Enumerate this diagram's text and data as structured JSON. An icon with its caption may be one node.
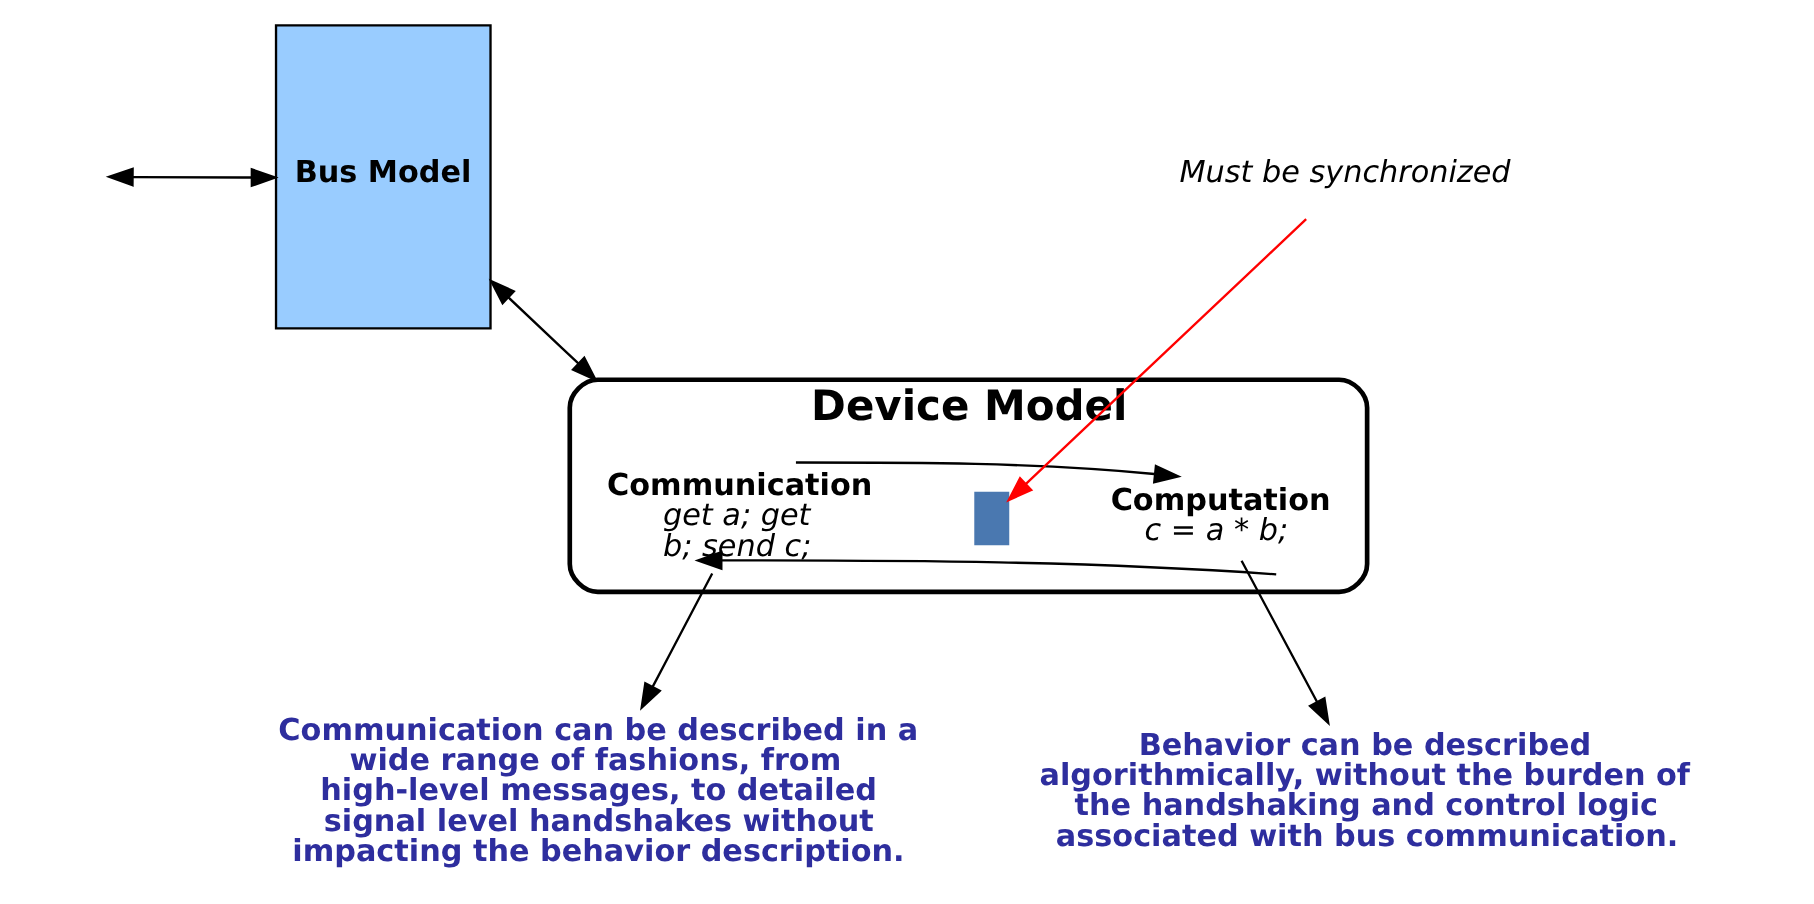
{
  "diagram": {
    "nodes": [
      {
        "text": [
          "Bus Model"
        ]
      },
      {
        "text": [
          "Device Model"
        ]
      },
      {
        "text": [
          "Communication",
          "get a; get b; send c;"
        ],
        "in": 1
      },
      {
        "text": [],
        "shape": "bar",
        "in": 1
      },
      {
        "text": [
          "Computation",
          "c = a * b;"
        ],
        "in": 1
      },
      {
        "text": [
          "Must be synchronized"
        ]
      },
      {
        "text": [
          "Communication can be described in a wide range of fashions, from high-level messages, to detailed signal level handshakes without impacting the behavior description."
        ]
      },
      {
        "text": [
          "Behavior can be described algorithmically, without the burden of the handshaking and control logic associated with bus communication."
        ]
      }
    ],
    "edges": [
      {
        "from": null,
        "to": 0,
        "arrow": "both"
      },
      {
        "from": 0,
        "to": 1,
        "arrow": "both"
      },
      {
        "from": 2,
        "to": 4,
        "arrow": "to"
      },
      {
        "from": 4,
        "to": 2,
        "arrow": "to"
      },
      {
        "from": 5,
        "to": 3,
        "arrow": "to",
        "color": "#ff0000"
      },
      {
        "from": 2,
        "to": 6,
        "arrow": "to"
      },
      {
        "from": 4,
        "to": 7,
        "arrow": "to"
      }
    ]
  }
}
